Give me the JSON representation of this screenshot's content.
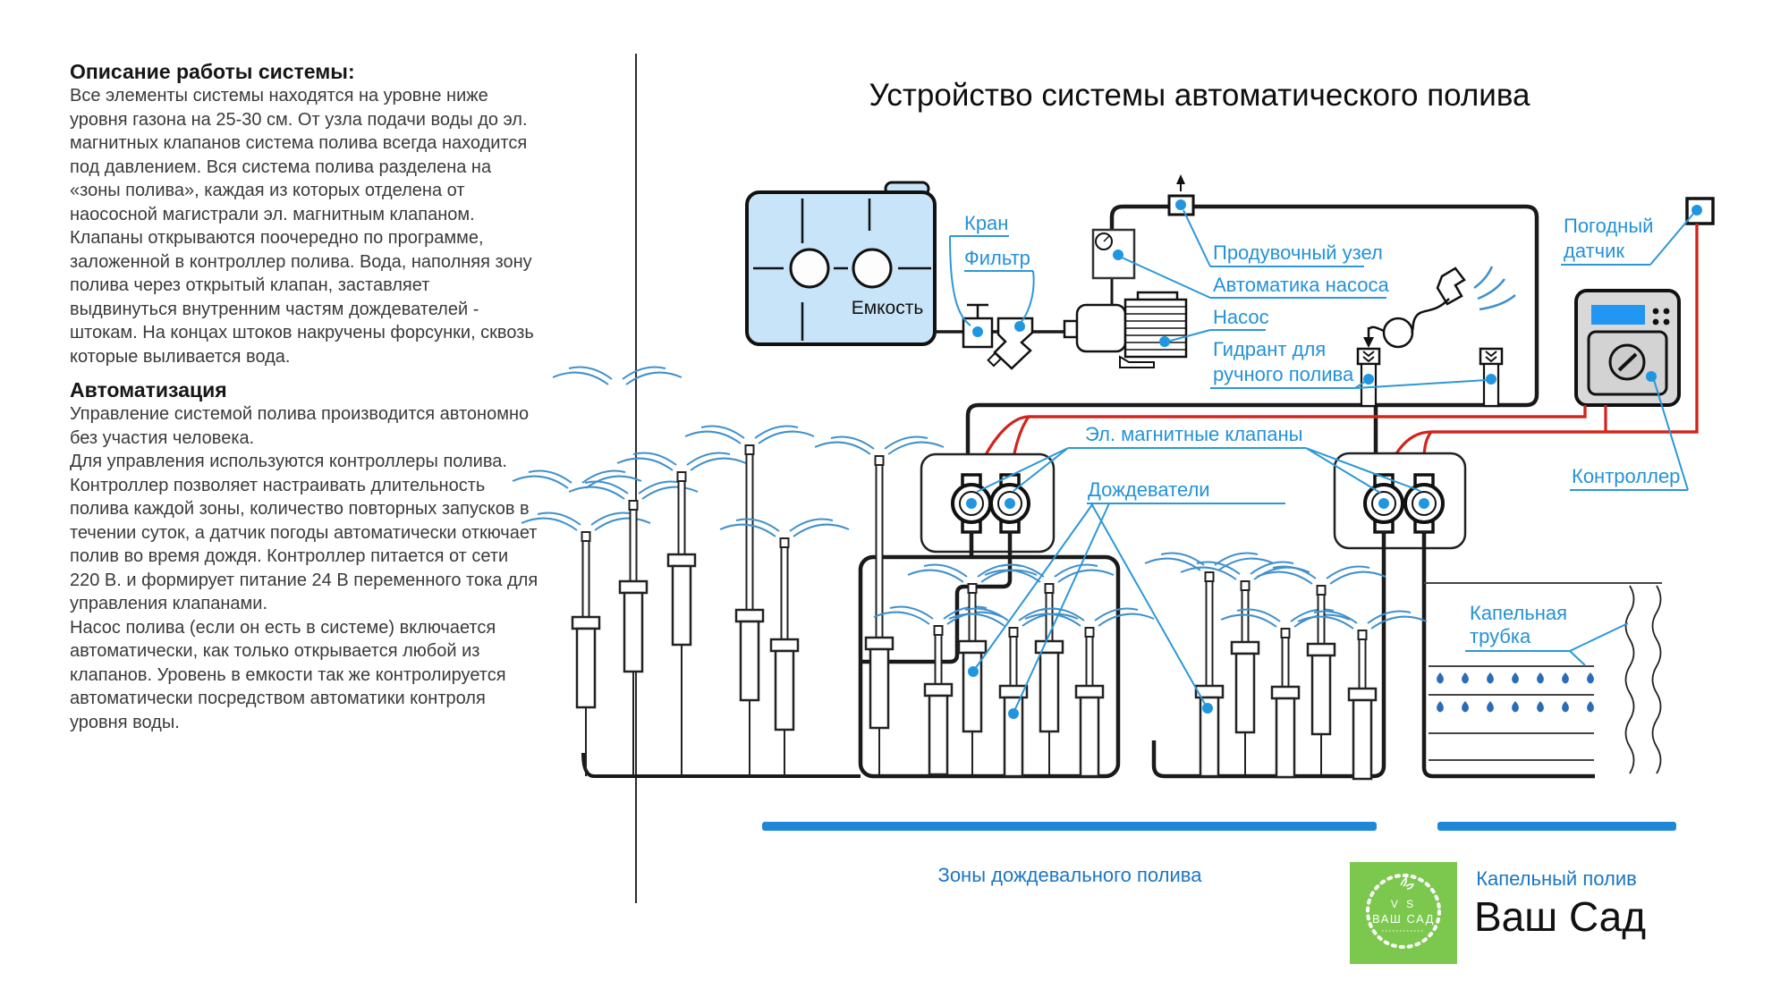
{
  "title": "Устройство системы автоматического полива",
  "description": {
    "heading1": "Описание работы системы:",
    "para1": "Все элементы системы находятся на уровне ниже уровня газона на 25-30 см. От узла подачи воды до эл. магнитных клапанов система полива всегда находится под давлением.  Вся система полива разделена на «зоны полива», каждая из которых отделена от наососной магистрали эл. магнитным клапаном.  Клапаны открываются поочередно по программе, заложенной в контроллер полива. Вода, наполняя зону полива через открытый клапан, заставляет выдвинуться внутренним частям дождевателей - штокам. На концах штоков накручены форсунки, сквозь которые выливается вода.",
    "heading2": "Автоматизация",
    "para2": "Управление системой полива производится автономно без участия человека.",
    "para3": "Для управления используются контроллеры полива. Контроллер позволяет настраивать длительность полива каждой зоны, количество повторных запусков в течении суток, а датчик погоды автоматически откючает полив во время дождя. Контроллер питается от сети 220 В. и формирует питание 24 В переменного тока для управления клапанами.",
    "para4": "Насос полива (если он есть в системе) включается автоматически, как только открывается любой из клапанов. Уровень в емкости так же контролируется автоматически посредством автоматики контроля уровня воды."
  },
  "labels": {
    "tank": "Емкость",
    "kran": "Кран",
    "filtr": "Фильтр",
    "produvochny": "Продувочный узел",
    "avtomatika": "Автоматика насоса",
    "nasos": "Насос",
    "gidrant_line1": "Гидрант для",
    "gidrant_line2": "ручного полива",
    "pogodny_line1": "Погодный",
    "pogodny_line2": "датчик",
    "kontroller": "Контроллер",
    "klapany": "Эл. магнитные клапаны",
    "dozhdevateli": "Дождеватели",
    "kapelnaya_line1": "Капельная",
    "kapelnaya_line2": "трубка",
    "zona_sprinkler": "Зоны дождевального полива",
    "zona_drip": "Капельный полив"
  },
  "logo": {
    "vs": "V S",
    "wreath_name": "ВАШ САД",
    "brand": "Ваш Сад"
  },
  "colors": {
    "callout_blue": "#2492d6",
    "wire_red": "#d0241c",
    "tank_fill": "#c8e4f8",
    "zone_bar_blue": "#1f87d8",
    "controller_grey": "#d9d9d9",
    "screen_blue": "#2196f3",
    "logo_green": "#7cc84e",
    "pipe_black": "#1a1a1a"
  }
}
